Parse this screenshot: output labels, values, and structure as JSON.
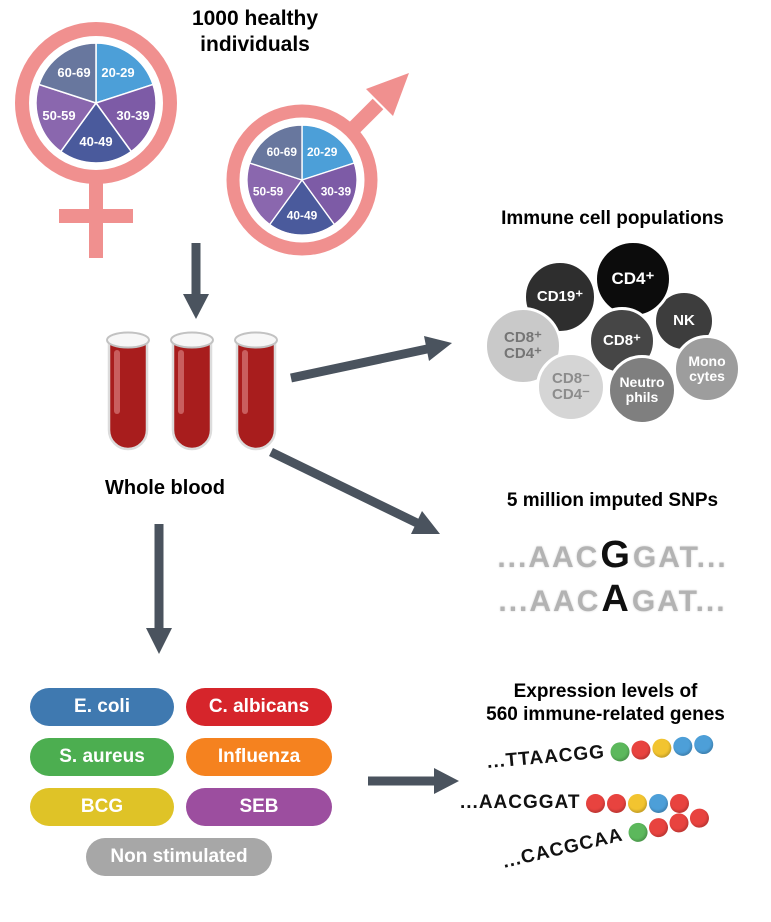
{
  "header": {
    "title": "1000 healthy\nindividuals"
  },
  "demographics": {
    "symbol_color": "#F0908F",
    "age_groups": [
      "20-29",
      "30-39",
      "40-49",
      "50-59",
      "60-69"
    ],
    "age_colors": [
      "#4C9FD8",
      "#7D5BA6",
      "#4A5A9C",
      "#8A67AE",
      "#68779E"
    ]
  },
  "blood": {
    "label": "Whole blood",
    "tube_color": "#A81D1D"
  },
  "flow": {
    "arrow_color": "#4A535E"
  },
  "immune_cells": {
    "title": "Immune cell populations",
    "cells": [
      {
        "label": "CD19⁺",
        "color": "#2E2E2E",
        "text_color": "#FFFFFF"
      },
      {
        "label": "CD4⁺",
        "color": "#0C0C0C",
        "text_color": "#FFFFFF"
      },
      {
        "label": "NK",
        "color": "#3D3D3D",
        "text_color": "#FFFFFF"
      },
      {
        "label": "CD8⁺",
        "color": "#464646",
        "text_color": "#FFFFFF"
      },
      {
        "label": "CD8⁺\nCD4⁺",
        "color": "#C9C9C9",
        "text_color": "#757575"
      },
      {
        "label": "CD8⁻\nCD4⁻",
        "color": "#D5D5D5",
        "text_color": "#8C8C8C"
      },
      {
        "label": "Neutro\nphils",
        "color": "#7F7F7F",
        "text_color": "#FFFFFF"
      },
      {
        "label": "Mono\ncytes",
        "color": "#9D9D9D",
        "text_color": "#FFFFFF"
      }
    ]
  },
  "snps": {
    "title": "5 million imputed SNPs",
    "alleles": [
      {
        "prefix": "...AAC",
        "variant": "G",
        "suffix": "GAT..."
      },
      {
        "prefix": "...AAC",
        "variant": "A",
        "suffix": "GAT..."
      }
    ]
  },
  "stimuli": {
    "items": [
      {
        "label": "E. coli",
        "color": "#3F79B0"
      },
      {
        "label": "C. albicans",
        "color": "#D6252B"
      },
      {
        "label": "S. aureus",
        "color": "#4CAE50"
      },
      {
        "label": "Influenza",
        "color": "#F5821F"
      },
      {
        "label": "BCG",
        "color": "#DFC327"
      },
      {
        "label": "SEB",
        "color": "#9C4E9F"
      },
      {
        "label": "Non stimulated",
        "color": "#A7A7A7"
      }
    ]
  },
  "expression": {
    "title": "Expression levels of\n560 immune-related genes",
    "rows": [
      {
        "sequence": "...TTAACGG",
        "beads": [
          "#5CB85C",
          "#E8433F",
          "#F2C430",
          "#4D9FD8",
          "#4D9FD8"
        ]
      },
      {
        "sequence": "...AACGGAT",
        "beads": [
          "#E8433F",
          "#E8433F",
          "#F2C430",
          "#4D9FD8",
          "#E8433F"
        ]
      },
      {
        "sequence": "...CACGCAA",
        "beads": [
          "#5CB85C",
          "#E8433F",
          "#E8433F",
          "#E8433F"
        ]
      }
    ]
  }
}
